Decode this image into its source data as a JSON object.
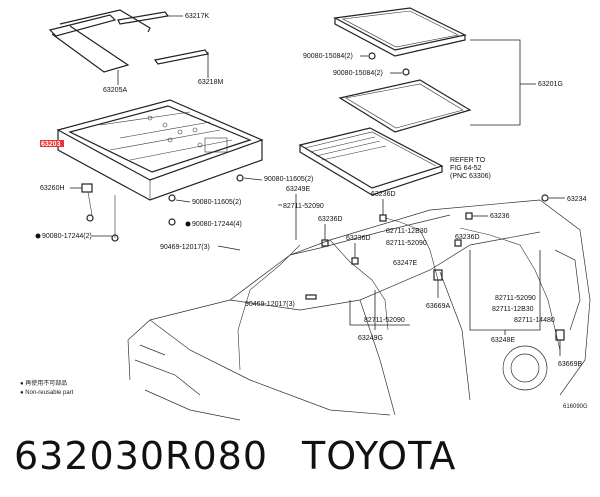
{
  "labels": {
    "p63217K": "63217K",
    "p63218M": "63218M",
    "p63205A": "63205A",
    "p63203": "63203",
    "p63260H": "63260H",
    "p90080_17244_a": "90080-17244(2)",
    "p90080_17244_b": "90080-17244(4)",
    "p90080_11605": "90080-11605(2)",
    "p90469_12017_a": "90469-12017(3)",
    "p90469_12017_b": "90469-12017(3)",
    "p90080_15084_a": "90080-15084(2)",
    "p90080_15084_b": "90080-15084(2)",
    "p63201G": "63201G",
    "refer": "REFER TO",
    "fig": "FIG 64-52",
    "pnc": "(PNC 63306)",
    "p63249E": "63249E",
    "p82711_52090_a": "82711-52090",
    "p63236D_a": "63236D",
    "p63236D_b": "63236D",
    "p63236D_c": "63236D",
    "p63236D_d": "63236D",
    "p82711_12B30_a": "82711-12B30",
    "p82711_52090_b": "82711-52090",
    "p63247E": "63247E",
    "p63236": "63236",
    "p63234": "63234",
    "p63669A": "63669A",
    "p82711_52090_c": "82711-52090",
    "p63249G": "63249G",
    "p82711_52090_d": "82711-52090",
    "p82711_12B30_b": "82711-12B30",
    "p82711_14480": "82711-14480",
    "p63248E": "63248E",
    "p63669B": "63669B"
  },
  "legend": {
    "line1": "● 再使用不可部品",
    "line2": "● Non-reusable part"
  },
  "diagram_code": "616090G",
  "footer": {
    "part_number": "632030R080",
    "brand": "TOYOTA"
  }
}
